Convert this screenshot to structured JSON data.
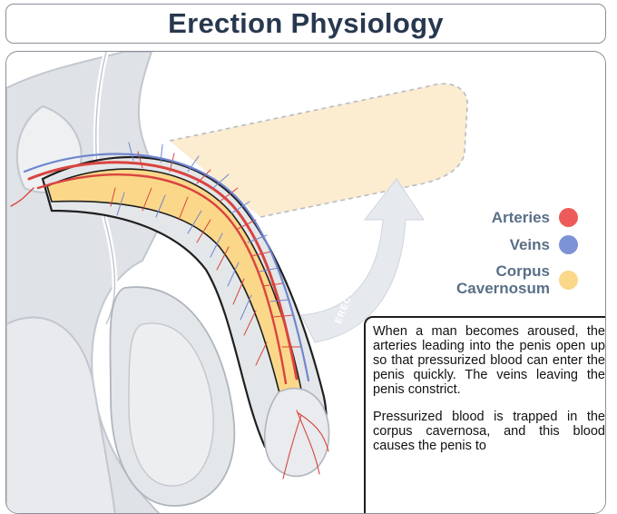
{
  "title": "Erection Physiology",
  "arrow_label": "ERECT POSITION",
  "legend": [
    {
      "label": "Arteries",
      "color": "#ee5a5a",
      "icon": "red-dot"
    },
    {
      "label": "Veins",
      "color": "#7c93d6",
      "icon": "blue-dot"
    },
    {
      "label": "Corpus\nCavernosum",
      "color": "#fbd789",
      "icon": "yellow-dot"
    }
  ],
  "description": {
    "p1": "When a man becomes aroused, the arteries leading into the penis open up so that pressurized blood can enter the penis quickly. The veins leaving the penis constrict.",
    "p2": "Pressurized blood is trapped in the corpus cavernosa, and this blood causes the penis to"
  },
  "colors": {
    "outline": "#8a8f98",
    "anatomy_fill": "#dfe2e6",
    "anatomy_stroke": "#c2c7ce",
    "title_text": "#27384f",
    "legend_text": "#5a6f87"
  }
}
